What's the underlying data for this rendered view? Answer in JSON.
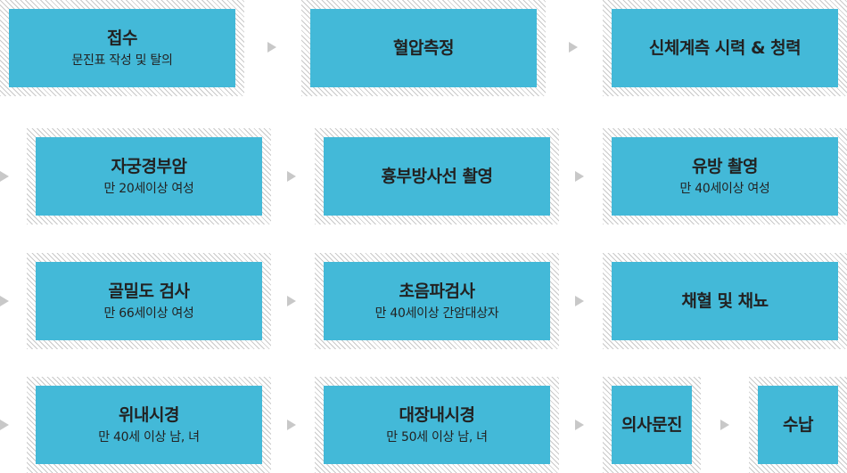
{
  "steps": [
    {
      "title": "접수",
      "sub": "문진표 작성 및 탈의"
    },
    {
      "title": "혈압측정",
      "sub": ""
    },
    {
      "title": "신체계측 시력 & 청력",
      "sub": ""
    },
    {
      "title": "자궁경부암",
      "sub": "만 20세이상 여성"
    },
    {
      "title": "흉부방사선 촬영",
      "sub": ""
    },
    {
      "title": "유방 촬영",
      "sub": "만 40세이상 여성"
    },
    {
      "title": "골밀도 검사",
      "sub": "만 66세이상 여성"
    },
    {
      "title": "초음파검사",
      "sub": "만 40세이상 간암대상자"
    },
    {
      "title": "채혈 및 채뇨",
      "sub": ""
    },
    {
      "title": "위내시경",
      "sub": "만 40세 이상 남, 녀"
    },
    {
      "title": "대장내시경",
      "sub": "만 50세 이상 남, 녀"
    },
    {
      "title": "의사문진",
      "sub": ""
    },
    {
      "title": "수납",
      "sub": ""
    }
  ],
  "colors": {
    "box": "#43b9d8",
    "arrow": "#c8c8c8",
    "hatch": "#c9c9c9"
  }
}
